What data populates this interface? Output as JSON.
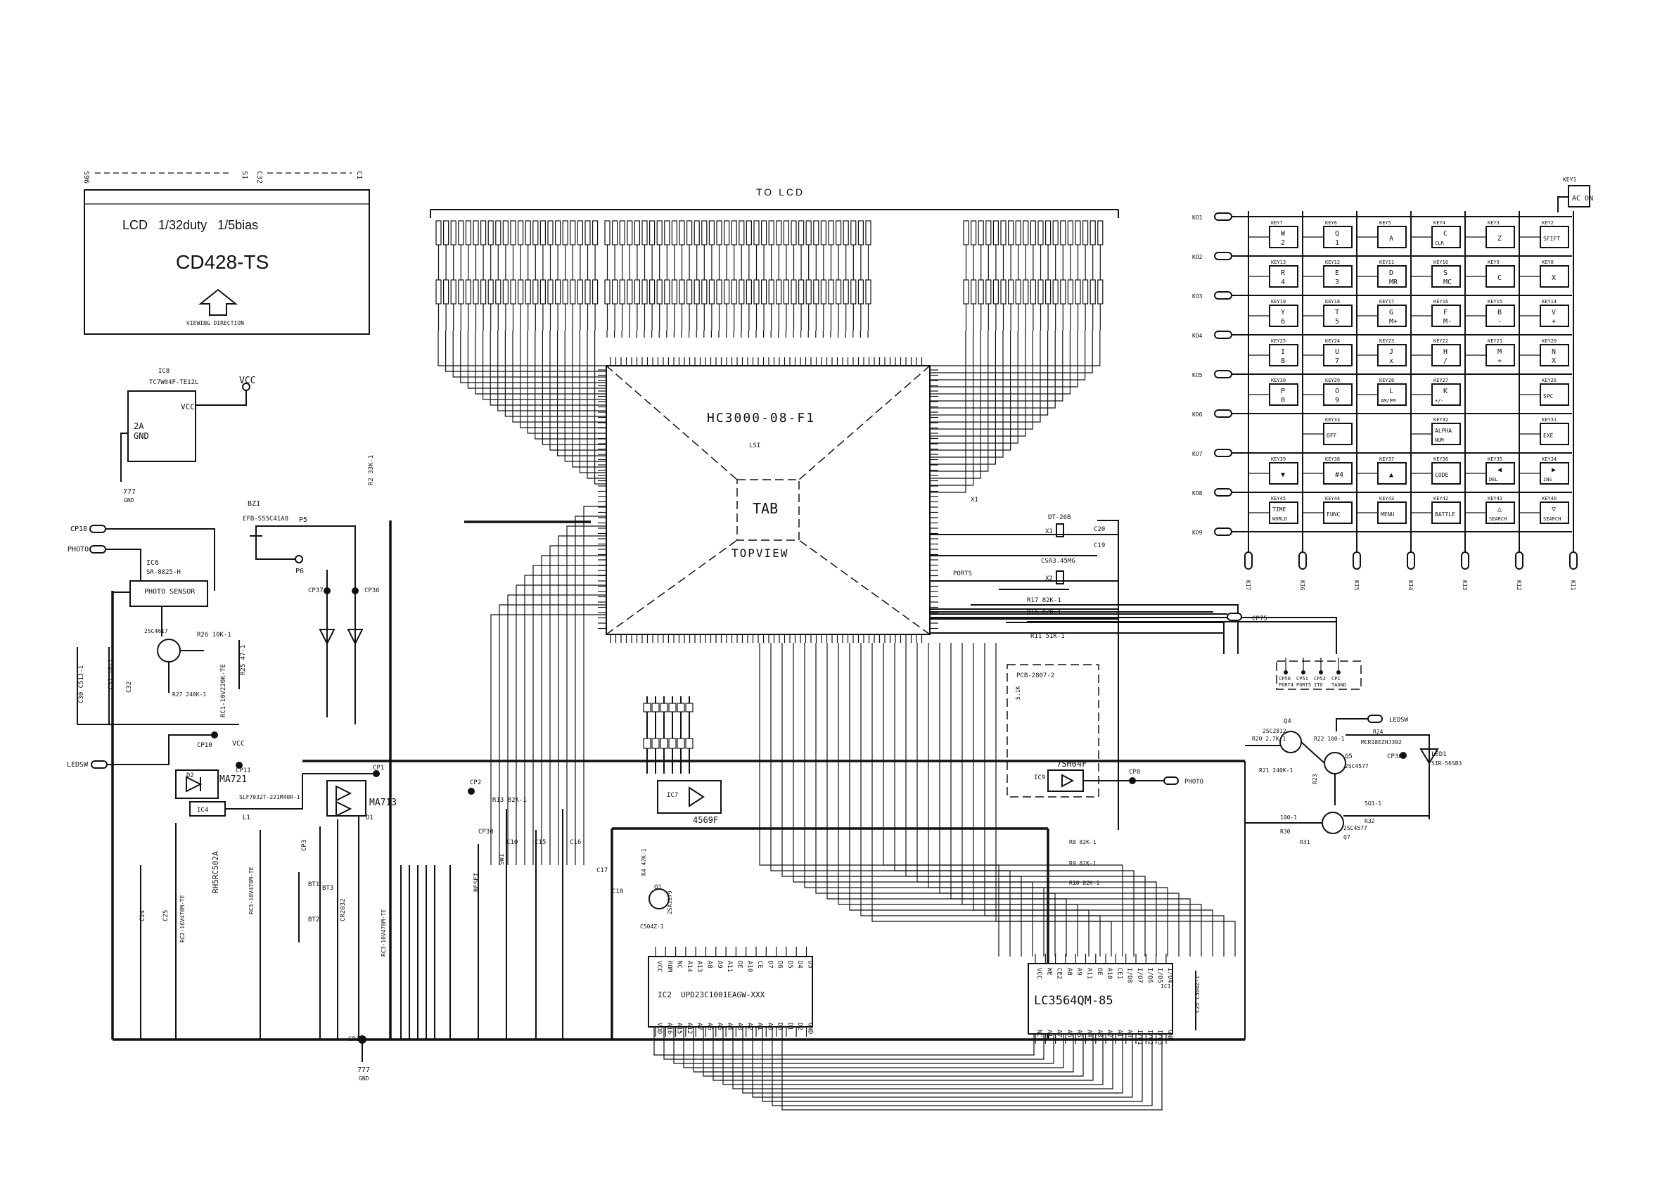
{
  "lcd_panel": {
    "top_labels": [
      "S96",
      "S1",
      "C32",
      "C1"
    ],
    "spec": "LCD   1/32duty   1/5bias",
    "model": "CD428-TS",
    "viewing": "VIEWING DIRECTION"
  },
  "to_lcd": "TO LCD",
  "main_ic": {
    "part": "HC3000-08-F1",
    "ref": "LSI",
    "center": "TAB",
    "view": "TOPVIEW"
  },
  "ic8": {
    "ref": "IC8",
    "part": "TC7W04F-TE12L",
    "vcc": "VCC",
    "gate": "2A",
    "gnd": "GND",
    "gnd_sym": "777",
    "gnd_label": "GND"
  },
  "vcc_label": "VCC",
  "photo": {
    "ref": "IC6",
    "part": "SR-8825-H",
    "label": "PHOTO SENSOR",
    "cp": "CP18",
    "net": "PHOTO"
  },
  "buzzer": {
    "ref": "BZ1",
    "part": "EFB-S55C41A8",
    "p5": "P5",
    "p6": "P6"
  },
  "left_parts": {
    "q": "2SC4617",
    "r26": "R26 10K-1",
    "r25": "R25 47-1",
    "r27": "R27 240K-1",
    "c30": "C30 C51J-1",
    "c31": "C31 10-1",
    "c32": "C32",
    "rc": "RC1-10V220K-TE",
    "ma721": "MA721",
    "d2": "D2",
    "ic4": "IC4",
    "rh": "RH5RC502A",
    "slf": "SLF7032T-221M40R-1",
    "l1": "L1",
    "ma713": "MA713",
    "d1": "D1",
    "ledsw": "LEDSW",
    "cp10": "CP10",
    "cp11": "CP11",
    "cp1": "CP1",
    "cp2": "CP2",
    "cp3": "CP3",
    "cp37": "CP37",
    "cp36": "CP36",
    "vcc": "VCC",
    "c24": "C24",
    "c25": "C25",
    "rcap": "RC3-10V470M-TE",
    "rc2": "RC2-16V470M-TE",
    "bt1": "BT1",
    "bt2": "BT2",
    "bt3": "BT3",
    "cr": "CR2032",
    "r13": "R13 82K-1",
    "reset": "RESET",
    "sw1": "SW1",
    "cp30": "CP30",
    "c10": "C10",
    "c15": "C15",
    "c16": "C16",
    "c17": "C17",
    "c18": "C18",
    "r2": "R2 33K-1",
    "gnd_sym": "777",
    "gnd": "GND",
    "cp3b": "CP3"
  },
  "osc": {
    "x1": "X1",
    "dt": "DT-26B",
    "x2": "X2",
    "csa": "CSA3.45MG",
    "c20": "C20",
    "c19": "C19",
    "r17": "R17 82K-1",
    "r16": "R16 82K-1",
    "r11": "R11 51K-1",
    "ports": "PORTS",
    "cp75": "CP75"
  },
  "ports_box": [
    "CP50 PORT4",
    "CP51 PORT5",
    "CP52 ITO",
    "CP1 TAGND"
  ],
  "ic7": {
    "ref": "IC7",
    "part": "4569F"
  },
  "ic2": {
    "ref": "IC2",
    "part": "UPD23C1001EAGW-XXX",
    "top_pins": [
      "VCC",
      "ROM",
      "NC",
      "A14",
      "A13",
      "A8",
      "A9",
      "A11",
      "OE",
      "A10",
      "CE",
      "D7",
      "D6",
      "D5",
      "D4",
      "D3"
    ],
    "bot_pins": [
      "VDD",
      "A16",
      "A15",
      "A12",
      "A7",
      "A6",
      "A5",
      "A4",
      "A3",
      "A2",
      "A1",
      "A0",
      "D0",
      "D1",
      "D2",
      "GND"
    ]
  },
  "ic1": {
    "ref": "IC1",
    "part": "LC3564QM-85",
    "top_pins": [
      "VCC",
      "WE",
      "CE2",
      "A8",
      "A9",
      "A11",
      "OE",
      "A10",
      "CE1",
      "I/O8",
      "I/O7",
      "I/O6",
      "I/O5",
      "I/O4"
    ],
    "bot_pins": [
      "NC",
      "A12",
      "A7",
      "A6",
      "A5",
      "A4",
      "A3",
      "A2",
      "A1",
      "A0",
      "I/O1",
      "I/O2",
      "I/O3",
      "GND"
    ],
    "c": "C25 C504Z-1"
  },
  "mid_parts": {
    "pcb": "PCB-2807-2",
    "res": "5.1K",
    "ic9": "IC9",
    "part9": "7SH04F",
    "cp8": "CP8",
    "photo": "PHOTO",
    "r8": "R8 82K-1",
    "r9": "R9 82K-1",
    "r10": "R10 82K-1",
    "q1": "Q1",
    "q1p": "2SA1179",
    "c19b": "C504Z-1",
    "r4": "R4 47K-1"
  },
  "led_circuit": {
    "ledsw": "LEDSW",
    "q4": "Q4",
    "q4p": "2SC2812",
    "r20": "R20 2.7K-1",
    "r21": "R21 240K-1",
    "r22": "R22 100-1",
    "q5": "Q5",
    "q5p": "2SC4577",
    "r24": "R24",
    "d_mcr": "MCR18EZHJ392",
    "cp36": "CP36",
    "led1": "LED1",
    "ledp": "SIR-56SB3",
    "r23": "R23",
    "r30": "R30",
    "r31": "R31",
    "r32": "R32",
    "q7": "Q7",
    "q7p": "2SC4577",
    "r30v": "100-1",
    "r32v": "5Ω1-1"
  },
  "keypad": {
    "ac_key": {
      "id": "KEY1",
      "label": "AC ON"
    },
    "ko": [
      "KO1",
      "KO2",
      "KO3",
      "KO4",
      "KO5",
      "KO6",
      "KO7",
      "KO8",
      "KO9"
    ],
    "ki": [
      "KI7",
      "KI6",
      "KI5",
      "KI4",
      "KI3",
      "KI2",
      "KI1"
    ],
    "rows": [
      [
        {
          "id": "KEY7",
          "a": "W",
          "b": "2"
        },
        {
          "id": "KEY6",
          "a": "Q",
          "b": "1"
        },
        {
          "id": "KEY5",
          "a": "A",
          "b": ""
        },
        {
          "id": "KEY4",
          "a": "C",
          "b": "CLR"
        },
        {
          "id": "KEY3",
          "a": "Z",
          "b": ""
        },
        {
          "id": "KEY2",
          "a": "SFIFT",
          "b": ""
        }
      ],
      [
        {
          "id": "KEY13",
          "a": "R",
          "b": "4"
        },
        {
          "id": "KEY12",
          "a": "E",
          "b": "3"
        },
        {
          "id": "KEY11",
          "a": "D",
          "b": "MR"
        },
        {
          "id": "KEY10",
          "a": "S",
          "b": "MC"
        },
        {
          "id": "KEY9",
          "a": "C",
          "b": ""
        },
        {
          "id": "KEY8",
          "a": "X",
          "b": ""
        }
      ],
      [
        {
          "id": "KEY19",
          "a": "Y",
          "b": "6"
        },
        {
          "id": "KEY18",
          "a": "T",
          "b": "5"
        },
        {
          "id": "KEY17",
          "a": "G",
          "b": "M+"
        },
        {
          "id": "KEY16",
          "a": "F",
          "b": "M-"
        },
        {
          "id": "KEY15",
          "a": "B",
          "b": "-"
        },
        {
          "id": "KEY14",
          "a": "V",
          "b": "+"
        }
      ],
      [
        {
          "id": "KEY25",
          "a": "I",
          "b": "8"
        },
        {
          "id": "KEY24",
          "a": "U",
          "b": "7"
        },
        {
          "id": "KEY23",
          "a": "J",
          "b": "x"
        },
        {
          "id": "KEY22",
          "a": "H",
          "b": "/"
        },
        {
          "id": "KEY21",
          "a": "M",
          "b": "÷"
        },
        {
          "id": "KEY20",
          "a": "N",
          "b": "X"
        }
      ],
      [
        {
          "id": "KEY30",
          "a": "P",
          "b": "0"
        },
        {
          "id": "KEY29",
          "a": "O",
          "b": "9"
        },
        {
          "id": "KEY28",
          "a": "L",
          "b": "AM/PM"
        },
        {
          "id": "KEY27",
          "a": "K",
          "b": "+/-"
        },
        null,
        {
          "id": "KEY26",
          "a": "SPC",
          "b": ""
        }
      ],
      [
        null,
        {
          "id": "KEY33",
          "a": "OFF",
          "b": ""
        },
        null,
        {
          "id": "KEY32",
          "a": "ALPHA",
          "b": "NUM"
        },
        null,
        {
          "id": "KEY31",
          "a": "EXE",
          "b": ""
        }
      ],
      [
        {
          "id": "KEY39",
          "a": "▼",
          "b": ""
        },
        {
          "id": "KEY38",
          "a": "#4",
          "b": ""
        },
        {
          "id": "KEY37",
          "a": "▲",
          "b": ""
        },
        {
          "id": "KEY36",
          "a": "CODE",
          "b": ""
        },
        {
          "id": "KEY35",
          "a": "◀",
          "b": "DEL"
        },
        {
          "id": "KEY34",
          "a": "▶",
          "b": "INS"
        }
      ],
      [
        {
          "id": "KEY45",
          "a": "TIME",
          "b": "WORLD"
        },
        {
          "id": "KEY44",
          "a": "FUNC",
          "b": ""
        },
        {
          "id": "KEY43",
          "a": "MENU",
          "b": ""
        },
        {
          "id": "KEY42",
          "a": "BATTLE",
          "b": ""
        },
        {
          "id": "KEY41",
          "a": "△",
          "b": "SEARCH"
        },
        {
          "id": "KEY40",
          "a": "▽",
          "b": "SEARCH"
        }
      ]
    ]
  }
}
